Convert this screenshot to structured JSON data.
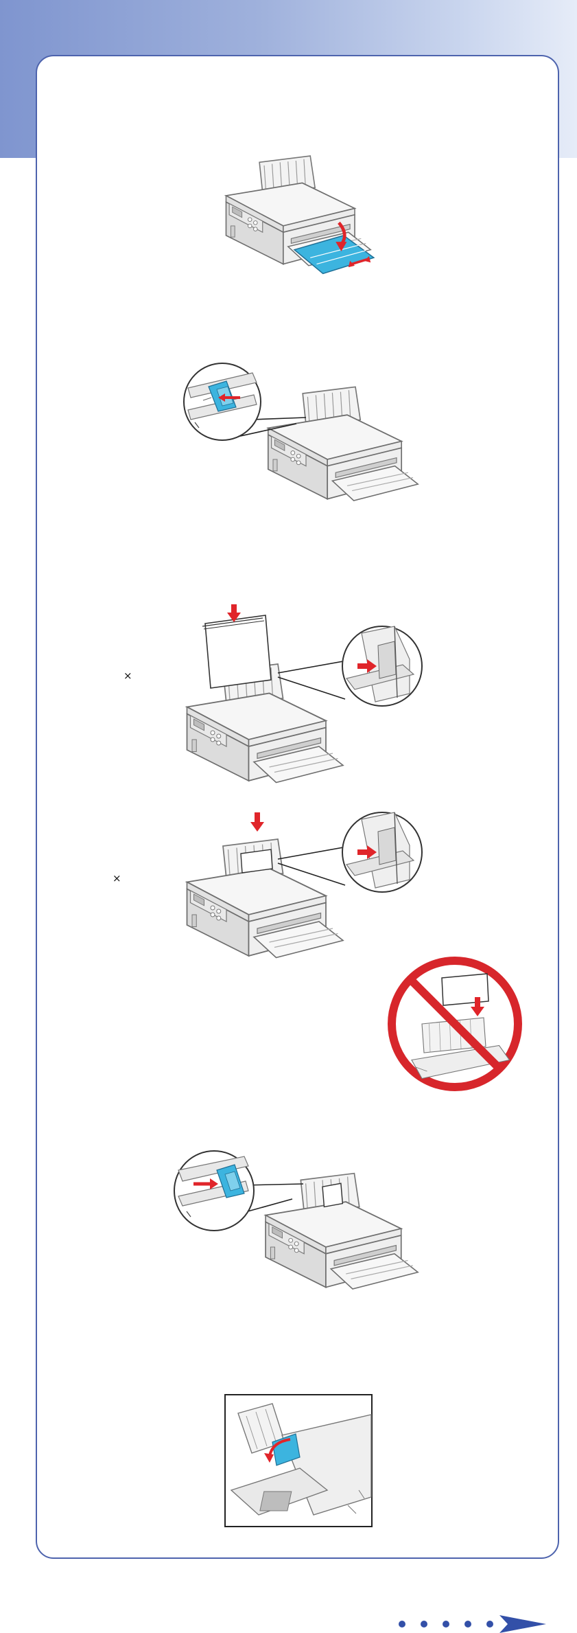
{
  "page": {
    "multiplier_1": "×",
    "multiplier_2": "×"
  },
  "colors": {
    "header_band": "#8fa3d6",
    "panel_border": "#4d63ad",
    "printer_accent": "#3cb4df",
    "arrow_red": "#e0252a",
    "prohibit_red": "#d7262b",
    "nav_blue": "#3350a8"
  },
  "illustrations": [
    {
      "name": "printer-output-tray-extended",
      "icon": "printer-tray-icon"
    },
    {
      "name": "printer-edge-guide-slide-left",
      "icon": "printer-edge-guide-icon"
    },
    {
      "name": "printer-load-paper-stack",
      "icon": "printer-load-stack-icon"
    },
    {
      "name": "printer-load-paper-single",
      "icon": "printer-load-single-icon"
    },
    {
      "name": "no-landscape-loading-warning",
      "icon": "prohibited-icon"
    },
    {
      "name": "printer-edge-guide-slide-right",
      "icon": "printer-edge-guide-icon"
    },
    {
      "name": "feeder-guard-flip-forward",
      "icon": "feeder-guard-icon"
    }
  ],
  "navigation": {
    "next_icon": "next-page-arrow-icon",
    "dot_count": 5
  }
}
